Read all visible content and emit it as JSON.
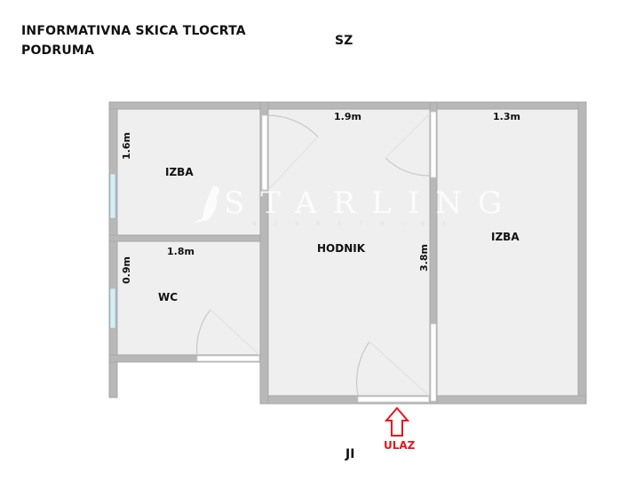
{
  "title_line1": "INFORMATIVNA SKICA TLOCRTA",
  "title_line2": "PODRUMA",
  "compass": {
    "north": "SZ",
    "south": "JI"
  },
  "rooms": {
    "izba_small": "IZBA",
    "wc": "WC",
    "hodnik": "HODNIK",
    "izba_large": "IZBA"
  },
  "dimensions": {
    "izba_small_height": "1.6m",
    "wc_width": "1.8m",
    "wc_height": "0.9m",
    "hodnik_width": "1.9m",
    "hodnik_height": "3.8m",
    "izba_large_width": "1.3m"
  },
  "entrance_label": "ULAZ",
  "watermark": {
    "brand": "STARLING",
    "sub": "NEKRETNINE"
  },
  "colors": {
    "wall": "#b8b8b8",
    "floor": "#efefef",
    "window": "#d6ecf7",
    "entrance": "#e8141c"
  }
}
